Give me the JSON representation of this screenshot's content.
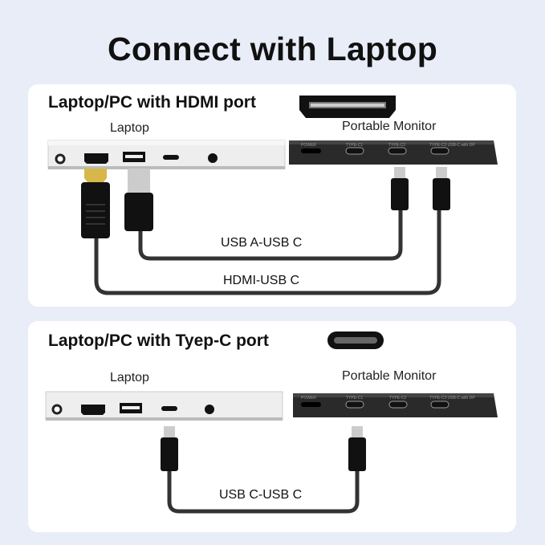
{
  "title": "Connect with Laptop",
  "sections": [
    {
      "heading": "Laptop/PC with HDMI port",
      "port_icon": "hdmi-port-icon",
      "laptop_label": "Laptop",
      "monitor_label": "Portable Monitor",
      "monitor_ports": [
        "POWER",
        "TYPE-C1",
        "TYPE-C2",
        "TYPE-C3 USB-C with DP"
      ],
      "cables": [
        "USB A-USB C",
        "HDMI-USB C"
      ]
    },
    {
      "heading": "Laptop/PC with Tyep-C port",
      "port_icon": "usb-c-port-icon",
      "laptop_label": "Laptop",
      "monitor_label": "Portable Monitor",
      "monitor_ports": [
        "POWER",
        "TYPE-C1",
        "TYPE-C2",
        "TYPE-C3 USB-C with DP"
      ],
      "cables": [
        "USB C-USB C"
      ]
    }
  ]
}
